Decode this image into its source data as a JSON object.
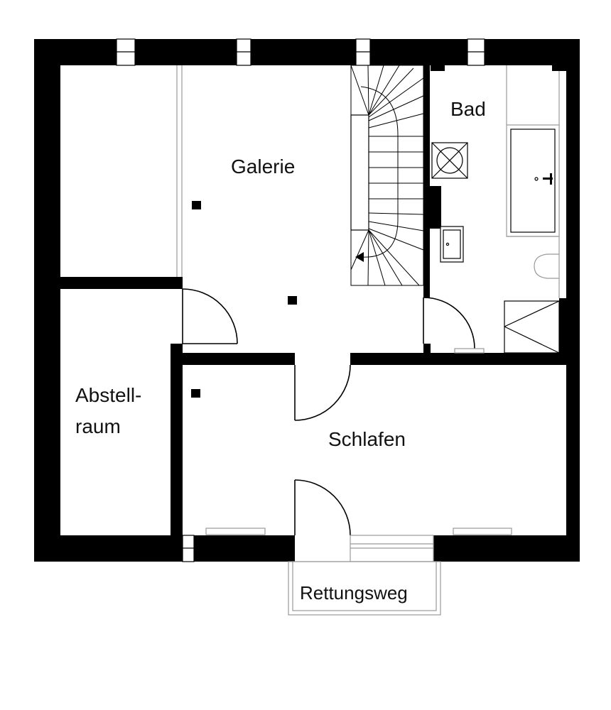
{
  "floor_plan": {
    "rooms": {
      "galerie": "Galerie",
      "bad": "Bad",
      "abstellraum_line1": "Abstell-",
      "abstellraum_line2": "raum",
      "schlafen": "Schlafen",
      "rettungsweg": "Rettungsweg"
    },
    "colors": {
      "wall": "#000000",
      "fixture_line": "#9a9a9a",
      "background": "#ffffff"
    }
  }
}
